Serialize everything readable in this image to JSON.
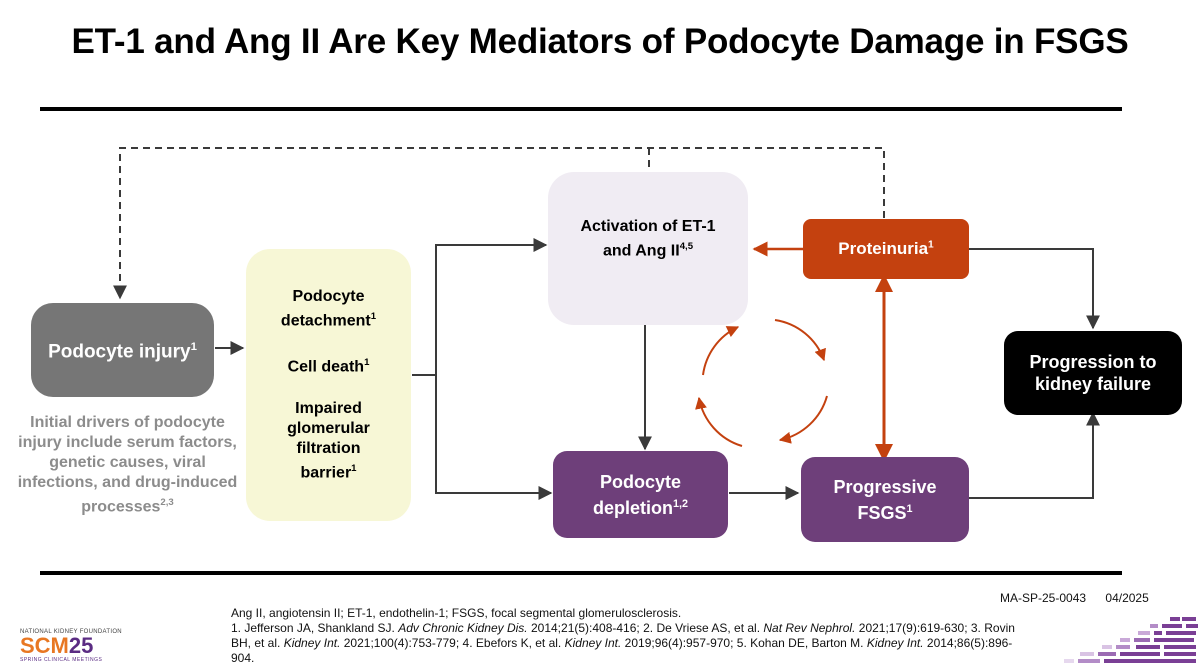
{
  "title": "ET-1 and Ang II Are Key Mediators of Podocyte Damage in FSGS",
  "nodes": {
    "podocyte_injury": {
      "text": "Podocyte injury",
      "sup": "1",
      "color": "#767676"
    },
    "mechanisms": {
      "items": [
        {
          "text": "Podocyte detachment",
          "sup": "1"
        },
        {
          "text": "Cell death",
          "sup": "1"
        },
        {
          "text": "Impaired glomerular filtration barrier",
          "sup": "1"
        }
      ],
      "color": "#f7f7d6"
    },
    "activation": {
      "text": "Activation of ET-1 and Ang II",
      "sup": "4,5",
      "color": "#f0ecf3"
    },
    "proteinuria": {
      "text": "Proteinuria",
      "sup": "1",
      "color": "#c4410f"
    },
    "podocyte_depletion": {
      "text": "Podocyte depletion",
      "sup": "1,2",
      "color": "#6e3f7a"
    },
    "progressive_fsgs": {
      "text": "Progressive FSGS",
      "sup": "1",
      "color": "#6e3f7a"
    },
    "kidney_failure": {
      "text": "Progression to kidney failure",
      "color": "#000000"
    }
  },
  "drivers_note": {
    "text": "Initial drivers of podocyte injury include serum factors, genetic causes, viral infections, and drug-induced processes",
    "sup": "2,3"
  },
  "abbreviations": "Ang II, angiotensin II; ET-1, endothelin-1; FSGS, focal segmental glomerulosclerosis.",
  "references": [
    {
      "num": "1.",
      "authors": "Jefferson JA, Shankland SJ.",
      "journal": "Adv Chronic Kidney Dis.",
      "details": "2014;21(5):408-416;"
    },
    {
      "num": "2.",
      "authors": "De Vriese AS, et al.",
      "journal": "Nat Rev Nephrol.",
      "details": "2021;17(9):619-630;"
    },
    {
      "num": "3.",
      "authors": "Rovin BH, et al.",
      "journal": "Kidney Int.",
      "details": "2021;100(4):753-779;"
    },
    {
      "num": "4.",
      "authors": "Ebefors K, et al.",
      "journal": "Kidney Int.",
      "details": "2019;96(4):957-970;"
    },
    {
      "num": "5.",
      "authors": "Kohan DE, Barton M.",
      "journal": "Kidney Int.",
      "details": "2014;86(5):896-904."
    }
  ],
  "document_code": "MA-SP-25-0043",
  "document_date": "04/2025",
  "logo": {
    "org": "NATIONAL KIDNEY FOUNDATION",
    "name_part1": "SCM",
    "name_part2": "25",
    "tagline": "SPRING CLINICAL MEETINGS"
  },
  "colors": {
    "arrow": "#3a3a3a",
    "cycle": "#c4410f",
    "rule": "#000000"
  }
}
